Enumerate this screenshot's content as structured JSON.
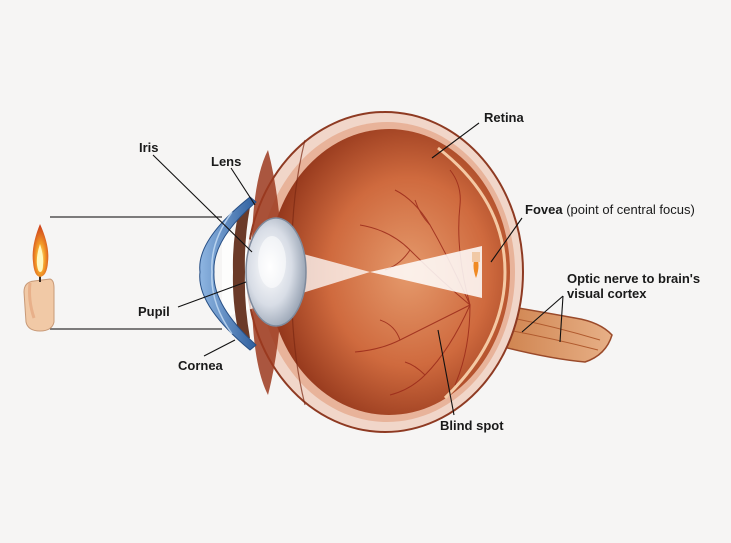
{
  "labels": {
    "retina": "Retina",
    "iris": "Iris",
    "lens": "Lens",
    "fovea": "Fovea",
    "fovea_note": "(point of central focus)",
    "optic_nerve_line1": "Optic nerve to brain's",
    "optic_nerve_line2": "visual cortex",
    "pupil": "Pupil",
    "cornea": "Cornea",
    "blind_spot": "Blind spot"
  },
  "colors": {
    "background": "#f6f5f4",
    "eyeball": "#c65a36",
    "eyeball_dark": "#8e3218",
    "sclera": "#f1d6c9",
    "cornea": "#4f86c6",
    "lens": "#d8dde6",
    "blood_vessel": "#9b2a1a",
    "light_beam": "#ffffff",
    "flame": "#f08a24",
    "candle": "#f1c9a6",
    "leader_line": "#111111"
  },
  "icons": {
    "candle": "candle-icon"
  }
}
